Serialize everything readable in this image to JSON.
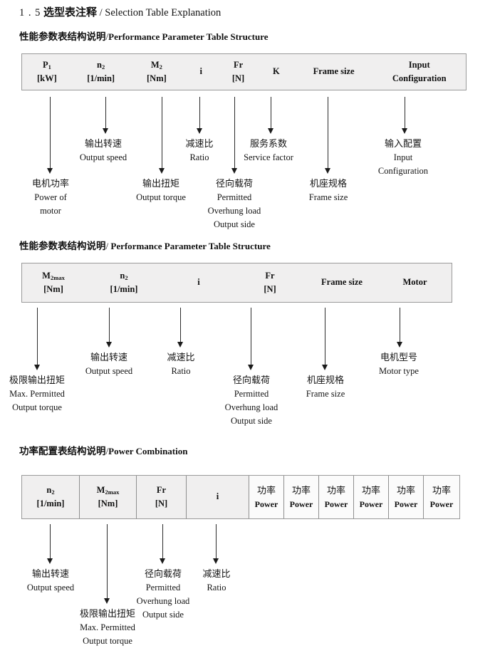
{
  "document": {
    "section_number": "1 . 5",
    "title_cn": "选型表注释",
    "separator": "/",
    "title_en": "Selection Table Explanation"
  },
  "sections": [
    {
      "heading_cn": "性能参数表结构说明",
      "heading_sep": "/",
      "heading_en": "Performance Parameter Table Structure",
      "table": {
        "columns": [
          {
            "symbol": "P",
            "sub": "1",
            "unit": "[kW]"
          },
          {
            "symbol": "n",
            "sub": "2",
            "unit": "[1/min]"
          },
          {
            "symbol": "M",
            "sub": "2",
            "unit": "[Nm]"
          },
          {
            "symbol": "i",
            "sub": "",
            "unit": ""
          },
          {
            "symbol": "Fr",
            "sub": "",
            "unit": "[N]"
          },
          {
            "symbol": "K",
            "sub": "",
            "unit": ""
          },
          {
            "symbol": "Frame size",
            "sub": "",
            "unit": ""
          },
          {
            "symbol": "Input",
            "sub": "",
            "unit": "Configuration"
          }
        ]
      },
      "annotations": [
        {
          "cn": "电机功率",
          "en": [
            "Power of",
            "motor"
          ]
        },
        {
          "cn": "输出转速",
          "en": [
            "Output speed"
          ]
        },
        {
          "cn": "输出扭矩",
          "en": [
            "Output torque"
          ]
        },
        {
          "cn": "减速比",
          "en": [
            "Ratio"
          ]
        },
        {
          "cn": "径向载荷",
          "en": [
            "Permitted",
            "Overhung load",
            "Output side"
          ]
        },
        {
          "cn": "服务系数",
          "en": [
            "Service factor"
          ]
        },
        {
          "cn": "机座规格",
          "en": [
            "Frame size"
          ]
        },
        {
          "cn": "输入配置",
          "en": [
            "Input",
            "Configuration"
          ]
        }
      ]
    },
    {
      "heading_cn": "性能参数表结构说明",
      "heading_sep": "/",
      "heading_en": "Performance Parameter Table Structure",
      "table": {
        "columns": [
          {
            "symbol": "M",
            "sub": "2max",
            "unit": "[Nm]"
          },
          {
            "symbol": "n",
            "sub": "2",
            "unit": "[1/min]"
          },
          {
            "symbol": "i",
            "sub": "",
            "unit": ""
          },
          {
            "symbol": "Fr",
            "sub": "",
            "unit": "[N]"
          },
          {
            "symbol": "Frame size",
            "sub": "",
            "unit": ""
          },
          {
            "symbol": "Motor",
            "sub": "",
            "unit": ""
          }
        ]
      },
      "annotations": [
        {
          "cn": "极限输出扭矩",
          "en": [
            "Max. Permitted",
            "Output   torque"
          ]
        },
        {
          "cn": "输出转速",
          "en": [
            "Output speed"
          ]
        },
        {
          "cn": "减速比",
          "en": [
            "Ratio"
          ]
        },
        {
          "cn": "径向载荷",
          "en": [
            "Permitted",
            "Overhung load",
            "Output side"
          ]
        },
        {
          "cn": "机座规格",
          "en": [
            "Frame size"
          ]
        },
        {
          "cn": "电机型号",
          "en": [
            "Motor type"
          ]
        }
      ]
    },
    {
      "heading_cn": "功率配置表结构说明",
      "heading_sep": "/",
      "heading_en": "Power Combination",
      "table": {
        "columns": [
          {
            "symbol": "n",
            "sub": "2",
            "unit": "[1/min]"
          },
          {
            "symbol": "M",
            "sub": "2max",
            "unit": "[Nm]"
          },
          {
            "symbol": "Fr",
            "sub": "",
            "unit": "[N]"
          },
          {
            "symbol": "i",
            "sub": "",
            "unit": ""
          }
        ],
        "power_columns": [
          {
            "cn": "功率",
            "en": "Power"
          },
          {
            "cn": "功率",
            "en": "Power"
          },
          {
            "cn": "功率",
            "en": "Power"
          },
          {
            "cn": "功率",
            "en": "Power"
          },
          {
            "cn": "功率",
            "en": "Power"
          },
          {
            "cn": "功率",
            "en": "Power"
          }
        ]
      },
      "annotations": [
        {
          "cn": "输出转速",
          "en": [
            "Output speed"
          ]
        },
        {
          "cn": "极限输出扭矩",
          "en": [
            "Max. Permitted",
            "Output   torque"
          ]
        },
        {
          "cn": "径向载荷",
          "en": [
            "Permitted",
            "Overhung load",
            "Output side"
          ]
        },
        {
          "cn": "减速比",
          "en": [
            "Ratio"
          ]
        }
      ]
    }
  ],
  "colors": {
    "table_bg": "#f0efef",
    "table_border": "#9a9a9a",
    "arrow": "#1b1b1b",
    "text": "#141414"
  }
}
